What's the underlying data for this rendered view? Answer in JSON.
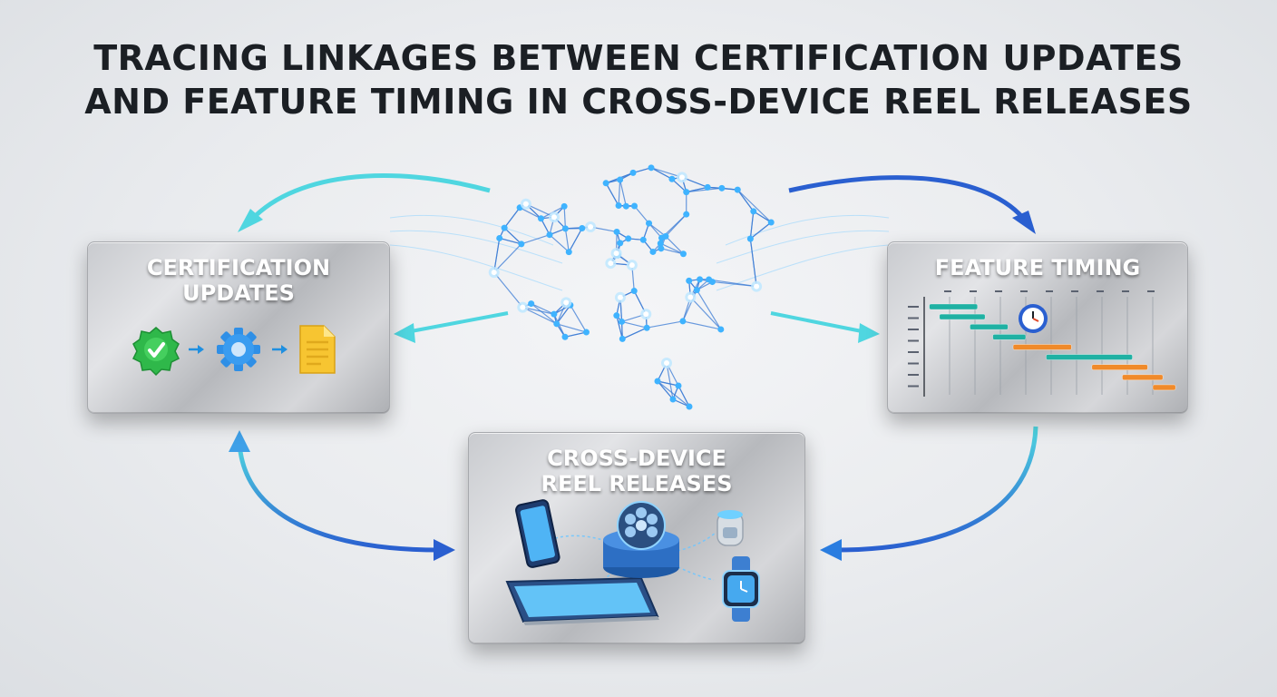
{
  "title": {
    "line1": "TRACING LINKAGES BETWEEN CERTIFICATION UPDATES",
    "line2": "AND FEATURE TIMING IN CROSS-DEVICE REEL RELEASES"
  },
  "panels": {
    "certification": {
      "line1": "CERTIFICATION",
      "line2": "UPDATES"
    },
    "feature_timing": {
      "label": "FEATURE TIMING"
    },
    "reel_releases": {
      "line1": "CROSS-DEVICE",
      "line2": "REEL RELEASES"
    }
  },
  "colors": {
    "accent_cyan": "#4fd6e0",
    "accent_blue": "#2a5fd0",
    "brain_node": "#3fb3ff",
    "bar_teal": "#1fb1a3",
    "bar_orange": "#f08a2a"
  },
  "icons": {
    "certification": [
      "check-badge-icon",
      "gear-icon",
      "document-icon"
    ],
    "reel": [
      "smartphone-icon",
      "tablet-icon",
      "film-reel-icon",
      "speaker-icon",
      "smartwatch-icon"
    ]
  },
  "gantt": {
    "rows": 8,
    "bars": [
      {
        "start": 0.02,
        "end": 0.21,
        "color": "teal"
      },
      {
        "start": 0.06,
        "end": 0.24,
        "color": "teal"
      },
      {
        "start": 0.18,
        "end": 0.33,
        "color": "teal"
      },
      {
        "start": 0.27,
        "end": 0.4,
        "color": "teal"
      },
      {
        "start": 0.35,
        "end": 0.58,
        "color": "orange"
      },
      {
        "start": 0.48,
        "end": 0.82,
        "color": "teal"
      },
      {
        "start": 0.66,
        "end": 0.88,
        "color": "orange"
      },
      {
        "start": 0.78,
        "end": 0.94,
        "color": "orange"
      },
      {
        "start": 0.9,
        "end": 0.99,
        "color": "orange"
      }
    ]
  }
}
